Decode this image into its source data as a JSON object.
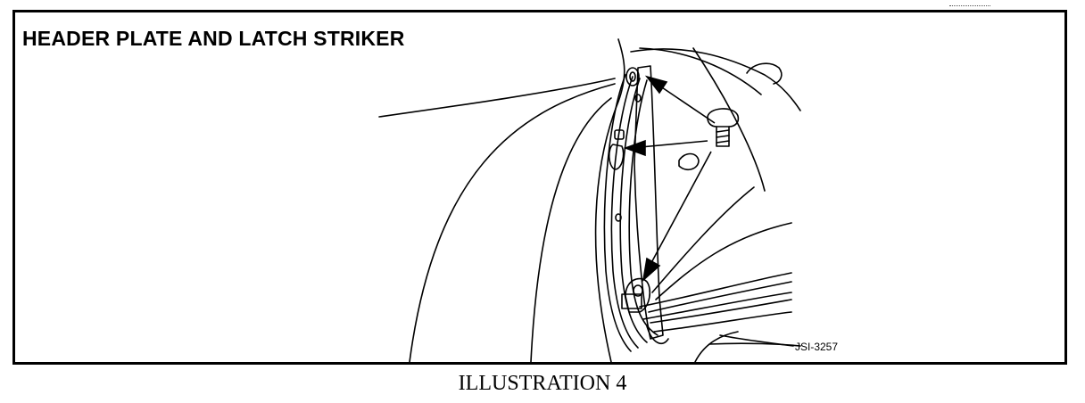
{
  "figure": {
    "heading": "HEADER PLATE AND LATCH STRIKER",
    "part_code": "JSI-3257",
    "caption": "ILLUSTRATION 4"
  },
  "colors": {
    "ink": "#000000",
    "paper": "#ffffff"
  }
}
